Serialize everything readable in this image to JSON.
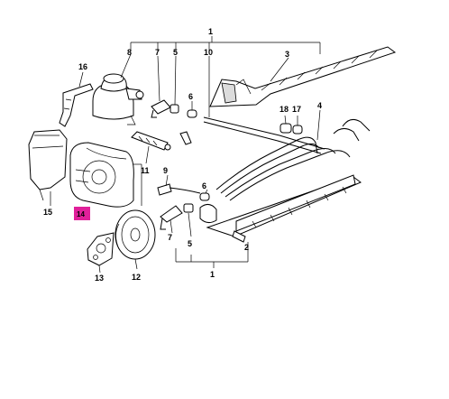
{
  "highlight_color": "#e0209a",
  "callouts": [
    {
      "id": "top-1",
      "text": "1"
    },
    {
      "id": "bottom-1",
      "text": "1"
    },
    {
      "id": "2",
      "text": "2"
    },
    {
      "id": "3",
      "text": "3"
    },
    {
      "id": "4",
      "text": "4"
    },
    {
      "id": "5a",
      "text": "5"
    },
    {
      "id": "5b",
      "text": "5"
    },
    {
      "id": "6a",
      "text": "6"
    },
    {
      "id": "6b",
      "text": "6"
    },
    {
      "id": "7a",
      "text": "7"
    },
    {
      "id": "7b",
      "text": "7"
    },
    {
      "id": "8",
      "text": "8"
    },
    {
      "id": "9",
      "text": "9"
    },
    {
      "id": "10",
      "text": "10"
    },
    {
      "id": "11",
      "text": "11"
    },
    {
      "id": "12",
      "text": "12"
    },
    {
      "id": "13",
      "text": "13"
    },
    {
      "id": "14",
      "text": "14"
    },
    {
      "id": "15",
      "text": "15"
    },
    {
      "id": "16",
      "text": "16"
    },
    {
      "id": "17",
      "text": "17"
    },
    {
      "id": "18",
      "text": "18"
    }
  ]
}
